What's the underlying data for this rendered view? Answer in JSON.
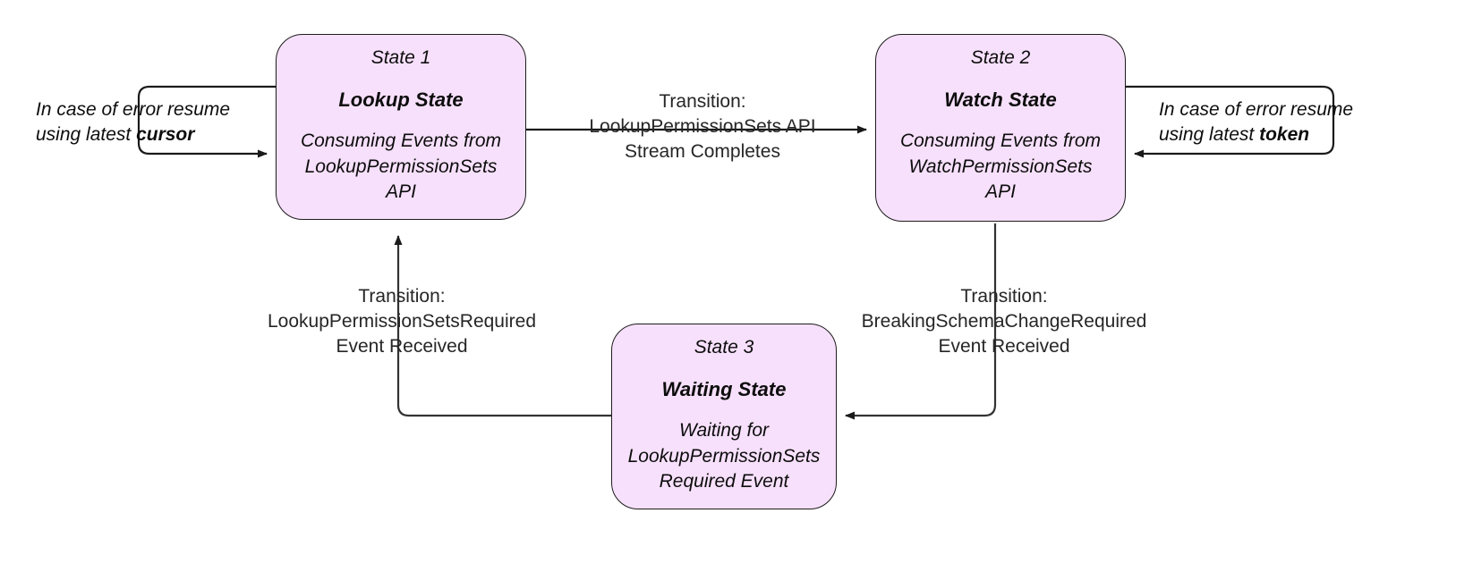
{
  "diagram": {
    "title": "State machine: Lookup / Watch / Waiting states",
    "colors": {
      "state_fill": "#f7e0fb",
      "state_border": "#1c1c1c",
      "edge_stroke": "#333333",
      "text": "#0d0d0d",
      "background": "#ffffff"
    }
  },
  "states": [
    {
      "id": "State 1",
      "title": "Lookup State",
      "description": "Consuming Events from\nLookupPermissionSets\nAPI"
    },
    {
      "id": "State 2",
      "title": "Watch State",
      "description": "Consuming Events from\nWatchPermissionSets\nAPI"
    },
    {
      "id": "State 3",
      "title": "Waiting State",
      "description": "Waiting for\nLookupPermissionSets\nRequired Event"
    }
  ],
  "transitions": [
    {
      "name": "lookup-to-watch",
      "from": "State 1",
      "to": "State 2",
      "label": "Transition:\nLookupPermissionSets API\nStream Completes"
    },
    {
      "name": "watch-to-waiting",
      "from": "State 2",
      "to": "State 3",
      "label": "Transition:\nBreakingSchemaChangeRequired\nEvent Received"
    },
    {
      "name": "waiting-to-lookup",
      "from": "State 3",
      "to": "State 1",
      "label": "Transition:\nLookupPermissionSetsRequired\nEvent Received"
    }
  ],
  "self_loops": [
    {
      "name": "lookup-error-loop",
      "on": "State 1",
      "label_prefix": "In case of error resume\nusing latest ",
      "label_emphasis": "cursor"
    },
    {
      "name": "watch-error-loop",
      "on": "State 2",
      "label_prefix": "In case of error resume\nusing latest ",
      "label_emphasis": "token"
    }
  ]
}
